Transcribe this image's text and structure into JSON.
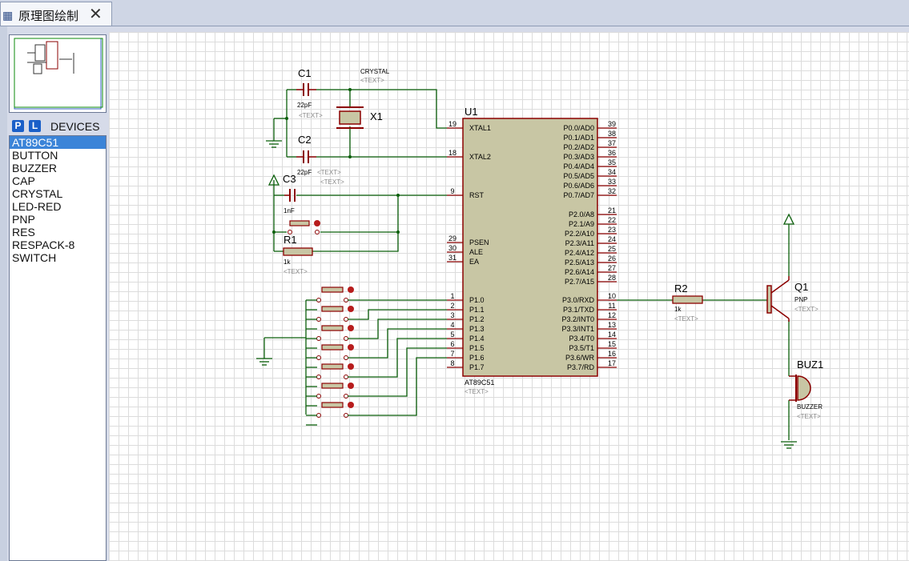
{
  "tab": {
    "title": "原理图绘制",
    "close": "✕",
    "icon": "schematic-icon"
  },
  "panel": {
    "p_button": "P",
    "l_button": "L",
    "devices_title": "DEVICES",
    "devices": [
      "AT89C51",
      "BUTTON",
      "BUZZER",
      "CAP",
      "CRYSTAL",
      "LED-RED",
      "PNP",
      "RES",
      "RESPACK-8",
      "SWITCH"
    ],
    "selected": "AT89C51"
  },
  "schematic": {
    "u1": {
      "ref": "U1",
      "type": "AT89C51",
      "text": "<TEXT>",
      "left_pins": [
        {
          "num": "19",
          "name": "XTAL1"
        },
        {
          "num": "18",
          "name": "XTAL2"
        },
        {
          "num": "9",
          "name": "RST"
        },
        {
          "num": "29",
          "name": "PSEN"
        },
        {
          "num": "30",
          "name": "ALE"
        },
        {
          "num": "31",
          "name": "EA"
        },
        {
          "num": "1",
          "name": "P1.0"
        },
        {
          "num": "2",
          "name": "P1.1"
        },
        {
          "num": "3",
          "name": "P1.2"
        },
        {
          "num": "4",
          "name": "P1.3"
        },
        {
          "num": "5",
          "name": "P1.4"
        },
        {
          "num": "6",
          "name": "P1.5"
        },
        {
          "num": "7",
          "name": "P1.6"
        },
        {
          "num": "8",
          "name": "P1.7"
        }
      ],
      "right_pins": [
        {
          "num": "39",
          "name": "P0.0/AD0"
        },
        {
          "num": "38",
          "name": "P0.1/AD1"
        },
        {
          "num": "37",
          "name": "P0.2/AD2"
        },
        {
          "num": "36",
          "name": "P0.3/AD3"
        },
        {
          "num": "35",
          "name": "P0.4/AD4"
        },
        {
          "num": "34",
          "name": "P0.5/AD5"
        },
        {
          "num": "33",
          "name": "P0.6/AD6"
        },
        {
          "num": "32",
          "name": "P0.7/AD7"
        },
        {
          "num": "21",
          "name": "P2.0/A8"
        },
        {
          "num": "22",
          "name": "P2.1/A9"
        },
        {
          "num": "23",
          "name": "P2.2/A10"
        },
        {
          "num": "24",
          "name": "P2.3/A11"
        },
        {
          "num": "25",
          "name": "P2.4/A12"
        },
        {
          "num": "26",
          "name": "P2.5/A13"
        },
        {
          "num": "27",
          "name": "P2.6/A14"
        },
        {
          "num": "28",
          "name": "P2.7/A15"
        },
        {
          "num": "10",
          "name": "P3.0/RXD"
        },
        {
          "num": "11",
          "name": "P3.1/TXD"
        },
        {
          "num": "12",
          "name": "P3.2/INT0"
        },
        {
          "num": "13",
          "name": "P3.3/INT1"
        },
        {
          "num": "14",
          "name": "P3.4/T0"
        },
        {
          "num": "15",
          "name": "P3.5/T1"
        },
        {
          "num": "16",
          "name": "P3.6/WR"
        },
        {
          "num": "17",
          "name": "P3.7/RD"
        }
      ]
    },
    "c1": {
      "ref": "C1",
      "value": "22pF",
      "text": "<TEXT>"
    },
    "c2": {
      "ref": "C2",
      "value": "22pF",
      "text": "<TEXT>"
    },
    "c3": {
      "ref": "C3",
      "value": "1nF",
      "text": "<TEXT>"
    },
    "x1": {
      "ref": "X1",
      "type": "CRYSTAL",
      "text": "<TEXT>"
    },
    "r1": {
      "ref": "R1",
      "value": "1k",
      "text": "<TEXT>"
    },
    "r2": {
      "ref": "R2",
      "value": "1k",
      "text": "<TEXT>"
    },
    "q1": {
      "ref": "Q1",
      "type": "PNP",
      "text": "<TEXT>"
    },
    "buz1": {
      "ref": "BUZ1",
      "type": "BUZZER",
      "text": "<TEXT>"
    }
  },
  "colors": {
    "wire": "#0b5f0b",
    "body": "#c8c6a4",
    "outline": "#8b0000",
    "pinnum": "#000000",
    "grid": "#dcdcdc",
    "selected": "#3b84d8"
  }
}
